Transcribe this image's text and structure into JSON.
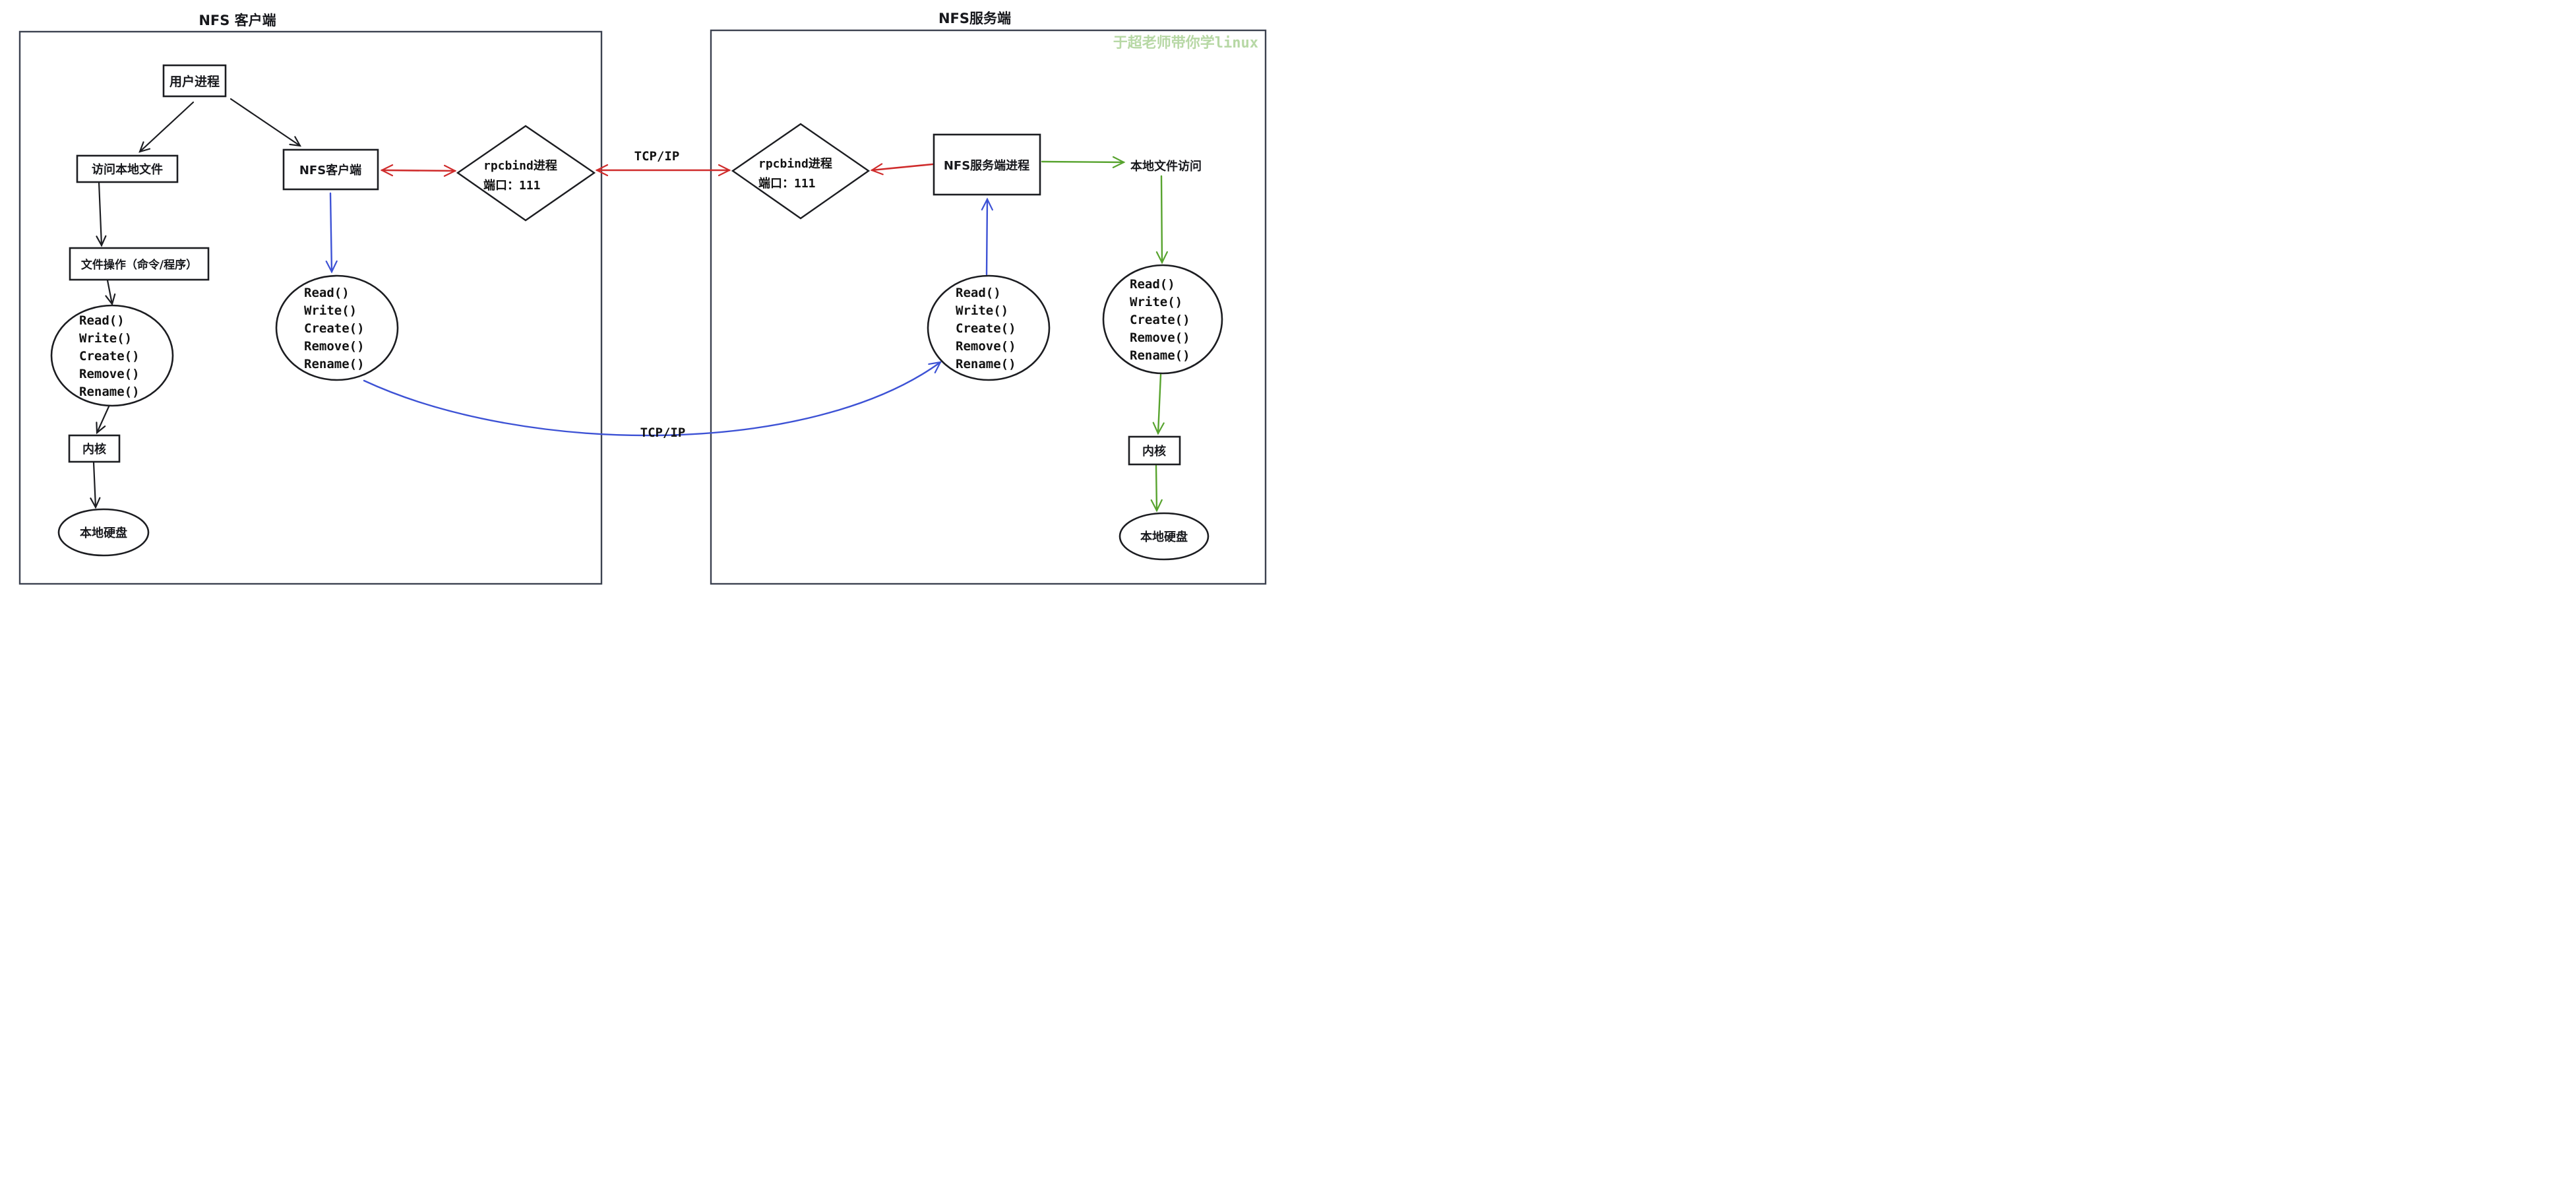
{
  "diagram": {
    "client_panel": {
      "title": "NFS 客户端"
    },
    "server_panel": {
      "title": "NFS服务端"
    },
    "watermark": "于超老师带你学linux",
    "nodes": {
      "user_process": "用户进程",
      "access_local_file": "访问本地文件",
      "nfs_client": "NFS客户端",
      "file_ops": "文件操作（命令/程序）",
      "kernel_left": "内核",
      "local_disk_left": "本地硬盘",
      "rpcbind_client_line1": "rpcbind进程",
      "rpcbind_client_line2": "端口：111",
      "rpcbind_server_line1": "rpcbind进程",
      "rpcbind_server_line2": "端口：111",
      "nfs_server_process": "NFS服务端进程",
      "local_file_access": "本地文件访问",
      "kernel_right": "内核",
      "local_disk_right": "本地硬盘"
    },
    "syscalls": [
      "Read()",
      "Write()",
      "Create()",
      "Remove()",
      "Rename()"
    ],
    "labels": {
      "tcpip_top": "TCP/IP",
      "tcpip_bottom": "TCP/IP"
    },
    "colors": {
      "ink": "#1c1d21",
      "frame": "#3c4250",
      "red": "#cf2b2b",
      "blue": "#3d52d5",
      "green": "#57a32e",
      "watermark_green": "#b7d8a5"
    }
  }
}
